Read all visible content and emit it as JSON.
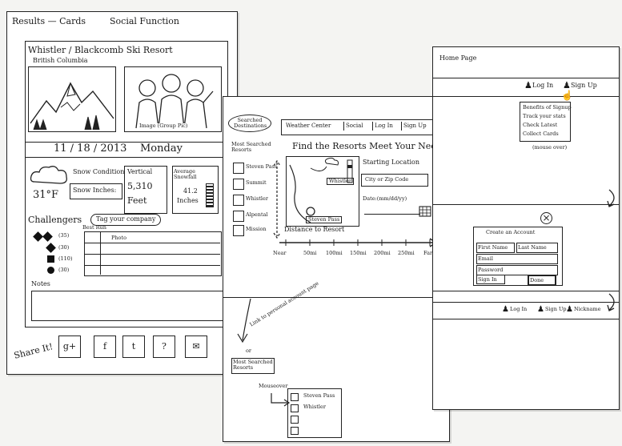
{
  "sheet1": {
    "header": "Results — Cards",
    "header_tab": "Social Function",
    "resort_name": "Whistler / Blackcomb Ski Resort",
    "region": "British Columbia",
    "photo_caption": "Image (Group Pic)",
    "date": "11 / 18 / 2013",
    "day": "Monday",
    "snow_condition_label": "Snow Condition",
    "snow_inches_label": "Snow Inches:",
    "temperature": "31°F",
    "vertical_label": "Vertical",
    "vertical_value": "5,310",
    "vertical_unit": "Feet",
    "avg_snowfall_label": "Average Snowfall",
    "avg_snowfall_value": "41.2",
    "avg_snowfall_unit": "Inches",
    "challengers_label": "Challengers",
    "tag_button": "Tag your company",
    "table_header_1": "Best Run",
    "table_header_2": "Photo",
    "scores": [
      "(35)",
      "(30)",
      "(110)",
      "(30)"
    ],
    "notes_label": "Notes",
    "share_label": "Share It!",
    "share_icons": [
      "google-plus-icon",
      "facebook-icon",
      "twitter-icon",
      "flickr-icon",
      "email-icon"
    ],
    "share_glyphs": [
      "g+",
      "f",
      "t",
      "?",
      "✉"
    ]
  },
  "sheet2": {
    "logo": "Searched Destinations",
    "tabs": [
      "Weather Center",
      "Social",
      "Log In",
      "Sign Up"
    ],
    "recent_label": "Most Searched Resorts",
    "list_items": [
      "Steven Pass",
      "Summit",
      "Whistler",
      "Alpental",
      "Mission"
    ],
    "headline": "Find the Resorts Meet Your Need!",
    "starting_location_label": "Starting Location",
    "city_placeholder": "City or Zip Code",
    "date_label": "Date:(mm/dd/yy)",
    "map_label_1": "Whistler",
    "map_label_2": "Steven Pass",
    "distance_label": "Distance to Resort",
    "distance_ticks": [
      "Near",
      "50mi",
      "100mi",
      "150mi",
      "200mi",
      "250mi",
      "Far"
    ],
    "annotation_link": "Link to personal account page",
    "annotation_or": "or",
    "most_searched_box": "Most Searched Resorts",
    "mouseover_label": "Mouseover",
    "dropdown_items": [
      "Steven Pass",
      "Whistler",
      "",
      ""
    ]
  },
  "sheet3": {
    "title": "Home Page",
    "login": "Log In",
    "signup": "Sign Up",
    "menu_items": [
      "Benefits of Signup",
      "Track your stats",
      "Check Latest",
      "Collect Cards"
    ],
    "mouseover_note": "(mouse over)",
    "dialog_title": "Create an Account",
    "first_name": "First Name",
    "last_name": "Last Name",
    "email": "Email",
    "password": "Password",
    "signin_check": "Sign In",
    "done_button": "Done",
    "nav3": [
      "Log In",
      "Sign Up",
      "Nickname"
    ]
  }
}
